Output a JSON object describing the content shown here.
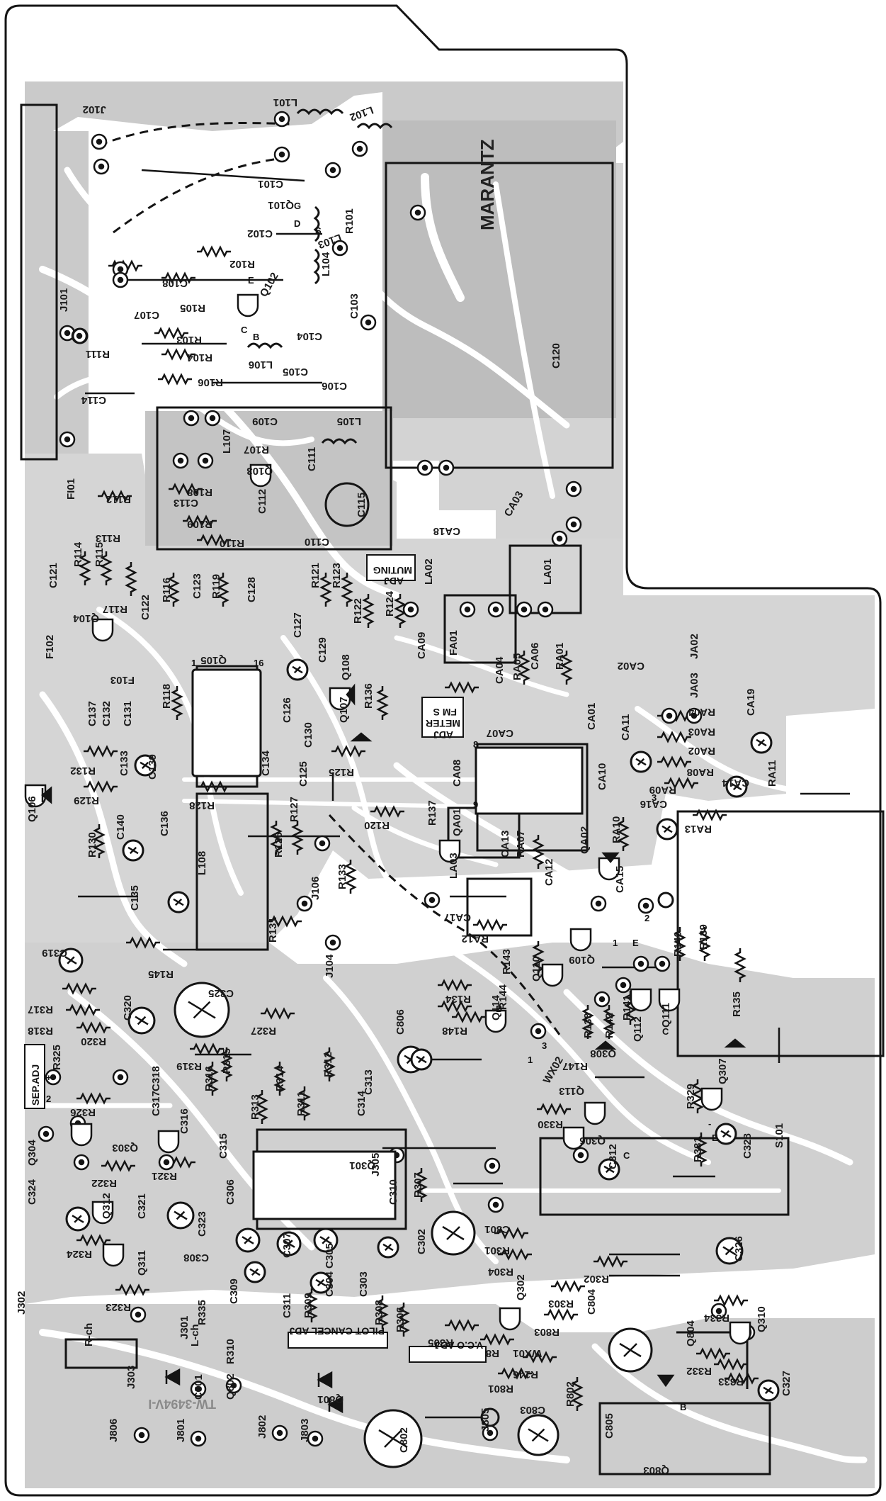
{
  "board": {
    "brand": "MARANTZ",
    "model": "TW-3494V-I",
    "colors": {
      "trace": "#c8c8c8",
      "ink": "#141414",
      "paper": "#ffffff"
    }
  },
  "adjust_labels": {
    "muting": [
      "MUTING",
      "ADJ"
    ],
    "fm_meter": [
      "FM S",
      "METER",
      "ADJ"
    ],
    "sep": "SEP.ADJ",
    "pilot": "PILOT CANCEL ADJ",
    "vco": "V.C.O ADJ"
  },
  "components": [
    {
      "ref": "J102"
    },
    {
      "ref": "L101"
    },
    {
      "ref": "L102"
    },
    {
      "ref": "C101"
    },
    {
      "ref": "Q101"
    },
    {
      "ref": "C102"
    },
    {
      "ref": "L103"
    },
    {
      "ref": "R101"
    },
    {
      "ref": "R102"
    },
    {
      "ref": "C108"
    },
    {
      "ref": "C107"
    },
    {
      "ref": "R105"
    },
    {
      "ref": "Q102"
    },
    {
      "ref": "L104"
    },
    {
      "ref": "C103"
    },
    {
      "ref": "J101"
    },
    {
      "ref": "R103"
    },
    {
      "ref": "C104"
    },
    {
      "ref": "R111"
    },
    {
      "ref": "R104"
    },
    {
      "ref": "L106"
    },
    {
      "ref": "C105"
    },
    {
      "ref": "R106"
    },
    {
      "ref": "C106"
    },
    {
      "ref": "C120"
    },
    {
      "ref": "C114"
    },
    {
      "ref": "L107"
    },
    {
      "ref": "C109"
    },
    {
      "ref": "L105"
    },
    {
      "ref": "R107"
    },
    {
      "ref": "Q103"
    },
    {
      "ref": "C111"
    },
    {
      "ref": "R108"
    },
    {
      "ref": "FI01"
    },
    {
      "ref": "R112"
    },
    {
      "ref": "C113"
    },
    {
      "ref": "C112"
    },
    {
      "ref": "C115"
    },
    {
      "ref": "R109"
    },
    {
      "ref": "R110"
    },
    {
      "ref": "C110"
    },
    {
      "ref": "R113"
    },
    {
      "ref": "CA03"
    },
    {
      "ref": "CA18"
    },
    {
      "ref": "C121"
    },
    {
      "ref": "R114"
    },
    {
      "ref": "R115"
    },
    {
      "ref": "R117"
    },
    {
      "ref": "C122"
    },
    {
      "ref": "R116"
    },
    {
      "ref": "C123"
    },
    {
      "ref": "R119"
    },
    {
      "ref": "C128"
    },
    {
      "ref": "R121"
    },
    {
      "ref": "R123"
    },
    {
      "ref": "R122"
    },
    {
      "ref": "R124"
    },
    {
      "ref": "LA02"
    },
    {
      "ref": "LA01"
    },
    {
      "ref": "Q104"
    },
    {
      "ref": "C127"
    },
    {
      "ref": "F102"
    },
    {
      "ref": "F103"
    },
    {
      "ref": "Q105"
    },
    {
      "ref": "C129"
    },
    {
      "ref": "Q108"
    },
    {
      "ref": "CA09"
    },
    {
      "ref": "FA01"
    },
    {
      "ref": "CA04"
    },
    {
      "ref": "RA05"
    },
    {
      "ref": "CA06"
    },
    {
      "ref": "RA01"
    },
    {
      "ref": "CA02"
    },
    {
      "ref": "JA02"
    },
    {
      "ref": "C137"
    },
    {
      "ref": "C132"
    },
    {
      "ref": "C131"
    },
    {
      "ref": "R118"
    },
    {
      "ref": "C126"
    },
    {
      "ref": "Q107"
    },
    {
      "ref": "R136"
    },
    {
      "ref": "RA06"
    },
    {
      "ref": "CA07"
    },
    {
      "ref": "CA01"
    },
    {
      "ref": "JA03"
    },
    {
      "ref": "RA04"
    },
    {
      "ref": "RA03"
    },
    {
      "ref": "CA19"
    },
    {
      "ref": "C130"
    },
    {
      "ref": "CA11"
    },
    {
      "ref": "RA02"
    },
    {
      "ref": "R132"
    },
    {
      "ref": "C133"
    },
    {
      "ref": "C139"
    },
    {
      "ref": "C134"
    },
    {
      "ref": "C125"
    },
    {
      "ref": "R125"
    },
    {
      "ref": "CA08"
    },
    {
      "ref": "QA01"
    },
    {
      "ref": "CA10"
    },
    {
      "ref": "RA08"
    },
    {
      "ref": "CA14"
    },
    {
      "ref": "RA09"
    },
    {
      "ref": "RA11"
    },
    {
      "ref": "Q106"
    },
    {
      "ref": "R129"
    },
    {
      "ref": "R128"
    },
    {
      "ref": "R127"
    },
    {
      "ref": "R137"
    },
    {
      "ref": "CA16"
    },
    {
      "ref": "R126"
    },
    {
      "ref": "R120"
    },
    {
      "ref": "RA13"
    },
    {
      "ref": "R130"
    },
    {
      "ref": "C140"
    },
    {
      "ref": "C136"
    },
    {
      "ref": "J106"
    },
    {
      "ref": "LA03"
    },
    {
      "ref": "CA13"
    },
    {
      "ref": "RA07"
    },
    {
      "ref": "QA02"
    },
    {
      "ref": "RA10"
    },
    {
      "ref": "L108"
    },
    {
      "ref": "R133"
    },
    {
      "ref": "CA12"
    },
    {
      "ref": "CA15"
    },
    {
      "ref": "C135"
    },
    {
      "ref": "CA17"
    },
    {
      "ref": "RA12"
    },
    {
      "ref": "R131"
    },
    {
      "ref": "C319"
    },
    {
      "ref": "R145"
    },
    {
      "ref": "J104"
    },
    {
      "ref": "R143"
    },
    {
      "ref": "Q110"
    },
    {
      "ref": "Q109"
    },
    {
      "ref": "R140"
    },
    {
      "ref": "R139"
    },
    {
      "ref": "R134"
    },
    {
      "ref": "C325"
    },
    {
      "ref": "R144"
    },
    {
      "ref": "R141"
    },
    {
      "ref": "R317"
    },
    {
      "ref": "C320"
    },
    {
      "ref": "Q114"
    },
    {
      "ref": "R138"
    },
    {
      "ref": "R142"
    },
    {
      "ref": "Q112"
    },
    {
      "ref": "Q111"
    },
    {
      "ref": "R135"
    },
    {
      "ref": "R318"
    },
    {
      "ref": "R148"
    },
    {
      "ref": "R320"
    },
    {
      "ref": "R327"
    },
    {
      "ref": "C806"
    },
    {
      "ref": "R147"
    },
    {
      "ref": "R325"
    },
    {
      "ref": "R319"
    },
    {
      "ref": "C318"
    },
    {
      "ref": "R316"
    },
    {
      "ref": "R315"
    },
    {
      "ref": "R314"
    },
    {
      "ref": "R312"
    },
    {
      "ref": "C313"
    },
    {
      "ref": "Q308"
    },
    {
      "ref": "C317"
    },
    {
      "ref": "C316"
    },
    {
      "ref": "R313"
    },
    {
      "ref": "R311"
    },
    {
      "ref": "WX02"
    },
    {
      "ref": "Q113"
    },
    {
      "ref": "R329"
    },
    {
      "ref": "Q307"
    },
    {
      "ref": "R326"
    },
    {
      "ref": "C314"
    },
    {
      "ref": "R330"
    },
    {
      "ref": "Q304"
    },
    {
      "ref": "Q303"
    },
    {
      "ref": "C315"
    },
    {
      "ref": "Q306"
    },
    {
      "ref": "R331"
    },
    {
      "ref": "C328"
    },
    {
      "ref": "S101"
    },
    {
      "ref": "R322"
    },
    {
      "ref": "R321"
    },
    {
      "ref": "Q301"
    },
    {
      "ref": "J305"
    },
    {
      "ref": "C312"
    },
    {
      "ref": "C324"
    },
    {
      "ref": "Q312"
    },
    {
      "ref": "C321"
    },
    {
      "ref": "C306"
    },
    {
      "ref": "C310"
    },
    {
      "ref": "R307"
    },
    {
      "ref": "C323"
    },
    {
      "ref": "C302"
    },
    {
      "ref": "C301"
    },
    {
      "ref": "R324"
    },
    {
      "ref": "C308"
    },
    {
      "ref": "C307"
    },
    {
      "ref": "C305"
    },
    {
      "ref": "R301"
    },
    {
      "ref": "R302"
    },
    {
      "ref": "C326"
    },
    {
      "ref": "Q311"
    },
    {
      "ref": "C309"
    },
    {
      "ref": "R304"
    },
    {
      "ref": "R303"
    },
    {
      "ref": "R323"
    },
    {
      "ref": "C311"
    },
    {
      "ref": "C304"
    },
    {
      "ref": "C303"
    },
    {
      "ref": "Q302"
    },
    {
      "ref": "C804"
    },
    {
      "ref": "R334"
    },
    {
      "ref": "J302"
    },
    {
      "ref": "R335"
    },
    {
      "ref": "R309"
    },
    {
      "ref": "R308"
    },
    {
      "ref": "R306"
    },
    {
      "ref": "R305"
    },
    {
      "ref": "R803"
    },
    {
      "ref": "Q310"
    },
    {
      "ref": "R-ch"
    },
    {
      "ref": "J303"
    },
    {
      "ref": "J301"
    },
    {
      "ref": "L-ch"
    },
    {
      "ref": "R310"
    },
    {
      "ref": "R804"
    },
    {
      "ref": "WX01"
    },
    {
      "ref": "Q804"
    },
    {
      "ref": "R332"
    },
    {
      "ref": "R146"
    },
    {
      "ref": "R333"
    },
    {
      "ref": "C801"
    },
    {
      "ref": "Q802"
    },
    {
      "ref": "Q801"
    },
    {
      "ref": "R801"
    },
    {
      "ref": "C803"
    },
    {
      "ref": "C327"
    },
    {
      "ref": "R802"
    },
    {
      "ref": "C802"
    },
    {
      "ref": "J805"
    },
    {
      "ref": "C805"
    },
    {
      "ref": "J806"
    },
    {
      "ref": "J801"
    },
    {
      "ref": "J802"
    },
    {
      "ref": "J803"
    },
    {
      "ref": "Q803"
    }
  ],
  "pin_marks": [
    "G",
    "D",
    "S",
    "E",
    "C",
    "B",
    "16",
    "1",
    "8",
    "9",
    "3",
    "2",
    "1",
    "E",
    "C",
    "B",
    "3",
    "1",
    "2",
    "+",
    "-",
    "E",
    "C",
    "B"
  ]
}
